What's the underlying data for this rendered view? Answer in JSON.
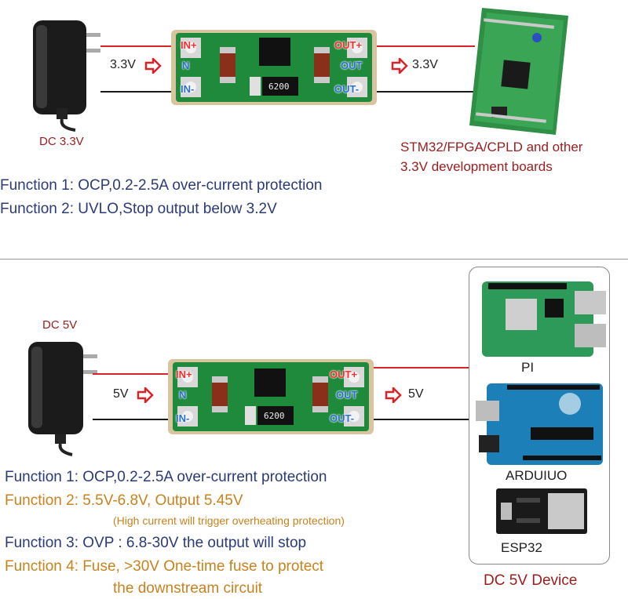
{
  "top": {
    "adapter_label": "DC 3.3V",
    "in_voltage": "3.3V",
    "out_voltage": "3.3V",
    "chip_marking": "6200",
    "pin_in_plus": "IN+",
    "pin_in_minus": "IN-",
    "pin_out_plus": "OUT+",
    "pin_out_minus": "OUT-",
    "pin_n": "N",
    "pin_out_mid": "OUT",
    "board_label_line1": "STM32/FPGA/CPLD and other",
    "board_label_line2": "3.3V development boards",
    "functions": [
      "Function 1: OCP,0.2-2.5A over-current protection",
      "Function 2: UVLO,Stop output below 3.2V"
    ]
  },
  "bottom": {
    "adapter_label": "DC 5V",
    "in_voltage": "5V",
    "out_voltage": "5V",
    "chip_marking": "6200",
    "pin_in_plus": "IN+",
    "pin_in_minus": "IN-",
    "pin_out_plus": "OUT+",
    "pin_out_minus": "OUT-",
    "pin_n": "N",
    "pin_out_mid": "OUT",
    "functions": [
      "Function 1: OCP,0.2-2.5A over-current protection",
      "Function 2: 5.5V-6.8V, Output 5.45V",
      "(High current will trigger overheating protection)",
      "Function 3: OVP : 6.8-30V the output will stop",
      "Function 4: Fuse, >30V One-time fuse to protect",
      "the downstream circuit"
    ],
    "devices": {
      "pi": "PI",
      "arduino": "ARDUIUO",
      "esp32": "ESP32",
      "box_label": "DC 5V Device"
    }
  },
  "colors": {
    "wire_red": "#d9232a",
    "pcb_green": "#1f8a3c",
    "text_navy": "#2b3a78",
    "text_orange": "#c8821e",
    "label_dark_red": "#9b1c1c"
  }
}
